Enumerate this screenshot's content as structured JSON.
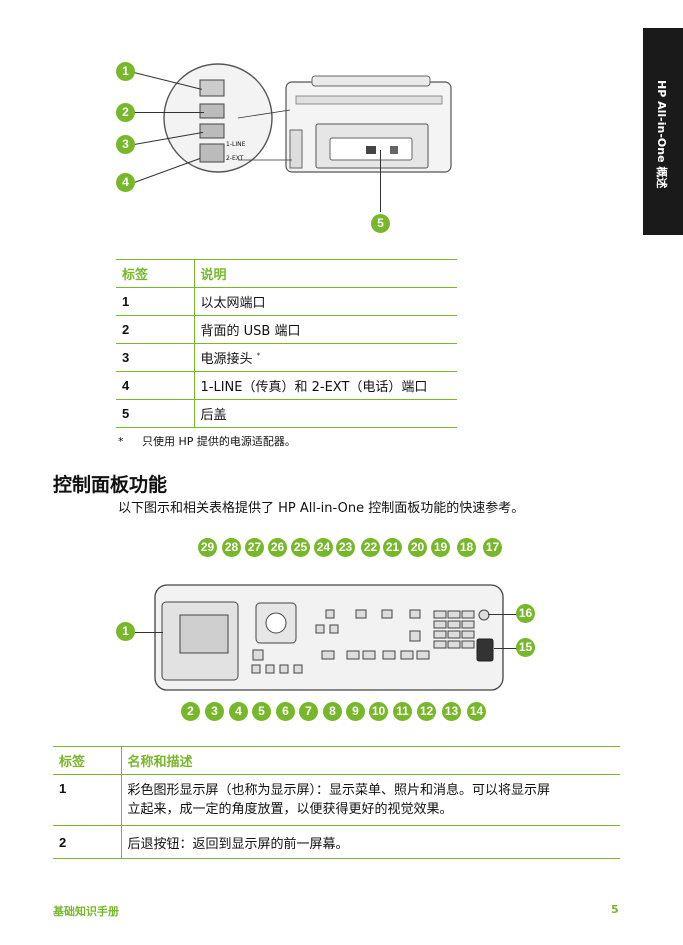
{
  "side_tab": {
    "text": "HP All-in-One 概述"
  },
  "figure1": {
    "callouts": [
      "1",
      "2",
      "3",
      "4",
      "5"
    ],
    "port_labels": [
      "1-LINE",
      "2-EXT"
    ]
  },
  "table1": {
    "headers": [
      "标签",
      "说明"
    ],
    "rows": [
      {
        "label": "1",
        "desc": "以太网端口"
      },
      {
        "label": "2",
        "desc": "背面的 USB 端口"
      },
      {
        "label": "3",
        "desc": "电源接头",
        "sup": "*"
      },
      {
        "label": "4",
        "desc": "1-LINE（传真）和 2-EXT（电话）端口"
      },
      {
        "label": "5",
        "desc": "后盖"
      }
    ]
  },
  "footnote": {
    "mark": "*",
    "text": "只使用 HP 提供的电源适配器。"
  },
  "section": {
    "title": "控制面板功能",
    "intro": "以下图示和相关表格提供了 HP All-in-One 控制面板功能的快速参考。"
  },
  "figure2": {
    "top_callouts": [
      "29",
      "28",
      "27",
      "26",
      "25",
      "24",
      "23",
      "22",
      "21",
      "20",
      "19",
      "18",
      "17"
    ],
    "bottom_callouts": [
      "2",
      "3",
      "4",
      "5",
      "6",
      "7",
      "8",
      "9",
      "10",
      "11",
      "12",
      "13",
      "14"
    ],
    "side_callouts": [
      "1",
      "16",
      "15"
    ]
  },
  "table2": {
    "headers": [
      "标签",
      "名称和描述"
    ],
    "rows": [
      {
        "label": "1",
        "desc_line1": "彩色图形显示屏（也称为显示屏）：显示菜单、照片和消息。可以将显示屏",
        "desc_line2": "立起来，成一定的角度放置，以便获得更好的视觉效果。"
      },
      {
        "label": "2",
        "desc_line1": "后退按钮：返回到显示屏的前一屏幕。",
        "desc_line2": ""
      }
    ]
  },
  "footer": {
    "left": "基础知识手册",
    "right": "5"
  },
  "colors": {
    "accent": "#77b82a",
    "tab": "#1a1a1a"
  }
}
